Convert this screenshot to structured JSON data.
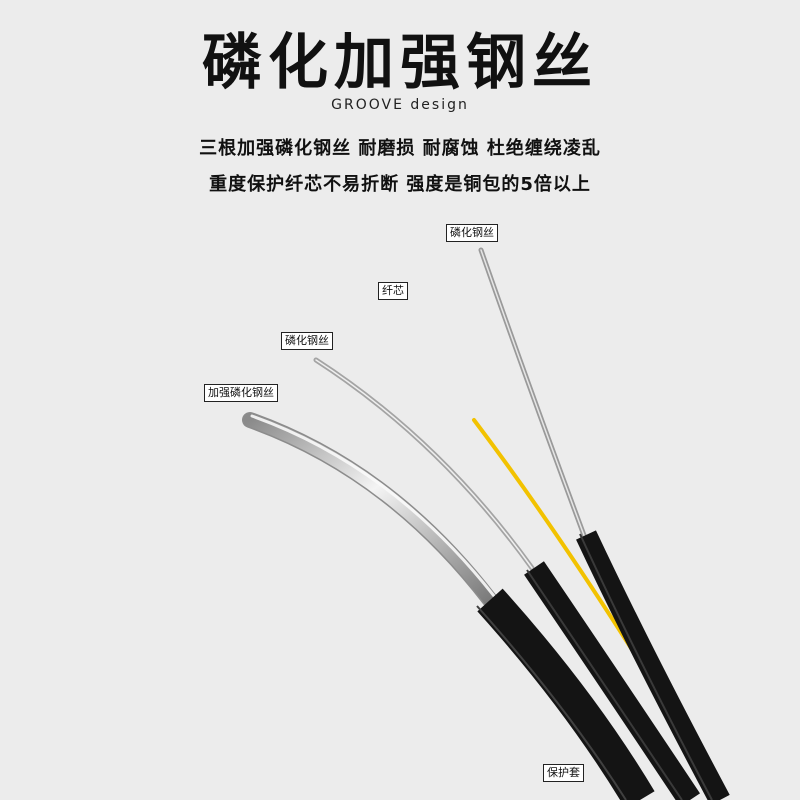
{
  "title": "磷化加强钢丝",
  "subtitle": "GROOVE design",
  "description": {
    "line1": "三根加强磷化钢丝  耐磨损  耐腐蚀  杜绝缠绕凌乱",
    "line2": "重度保护纤芯不易折断  强度是铜包的5倍以上"
  },
  "labels": {
    "wire_top": "磷化钢丝",
    "fiber": "纤芯",
    "wire_mid": "磷化钢丝",
    "strength_wire": "加强磷化钢丝",
    "jacket": "保护套"
  },
  "colors": {
    "background": "#ececec",
    "jacket": "#141414",
    "fiber": "#f2c200",
    "steel": "#b8b8b8"
  }
}
